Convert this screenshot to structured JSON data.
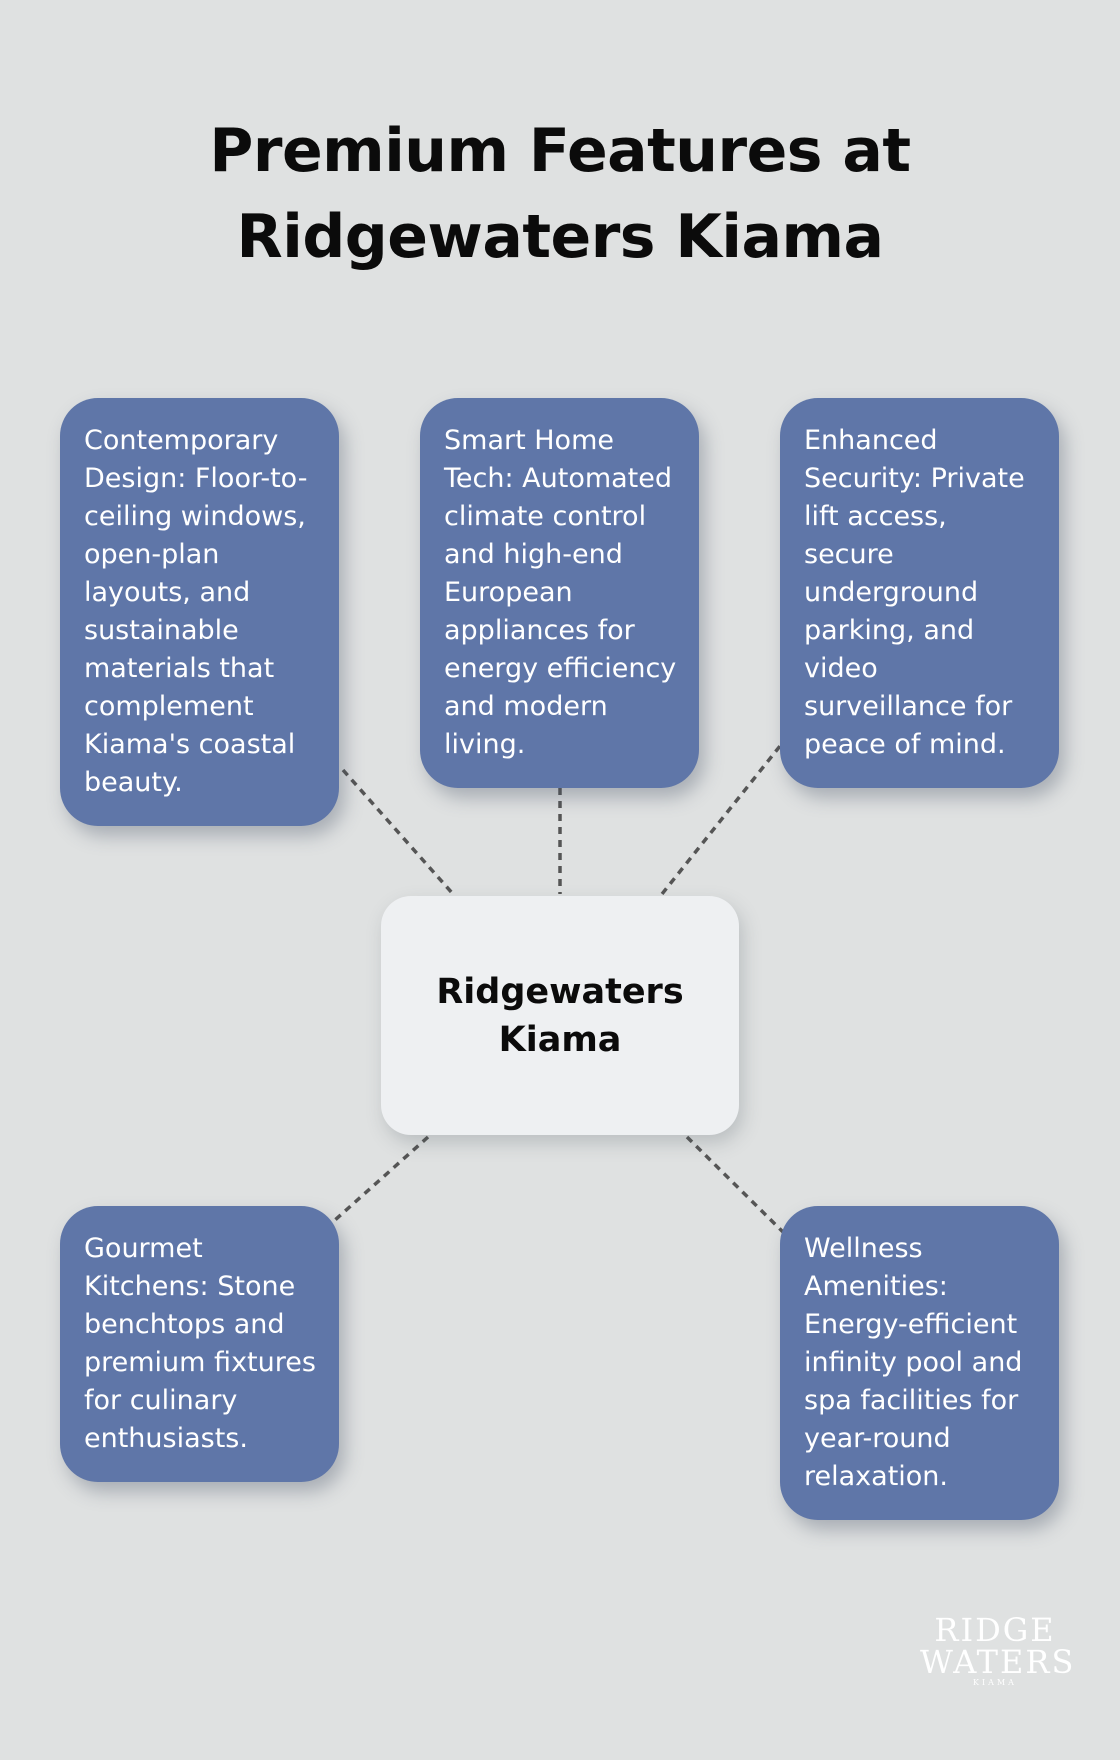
{
  "title": {
    "line1": "Premium Features at",
    "line2": "Ridgewaters Kiama"
  },
  "center": {
    "label": "Ridgewaters Kiama"
  },
  "features": [
    {
      "id": "design",
      "text": "Contemporary Design: Floor-to-ceiling windows, open-plan layouts, and sustainable materials that complement Kiama's coastal beauty."
    },
    {
      "id": "smart",
      "text": "Smart Home Tech: Automated climate control and high-end European appliances for energy efficiency and modern living."
    },
    {
      "id": "security",
      "text": "Enhanced Security: Private lift access, secure underground parking, and video surveillance for peace of mind."
    },
    {
      "id": "kitchens",
      "text": "Gourmet Kitchens: Stone benchtops and premium fixtures for culinary enthusiasts."
    },
    {
      "id": "wellness",
      "text": "Wellness Amenities: Energy-efficient infinity pool and spa facilities for year-round relaxation."
    }
  ],
  "logo": {
    "line1": "RIDGE",
    "line2": "WATERS",
    "line3": "KIAMA"
  },
  "colors": {
    "background": "#dfe1e1",
    "card": "#5f76a8",
    "center_node": "#eef0f2",
    "connector": "#555555"
  }
}
